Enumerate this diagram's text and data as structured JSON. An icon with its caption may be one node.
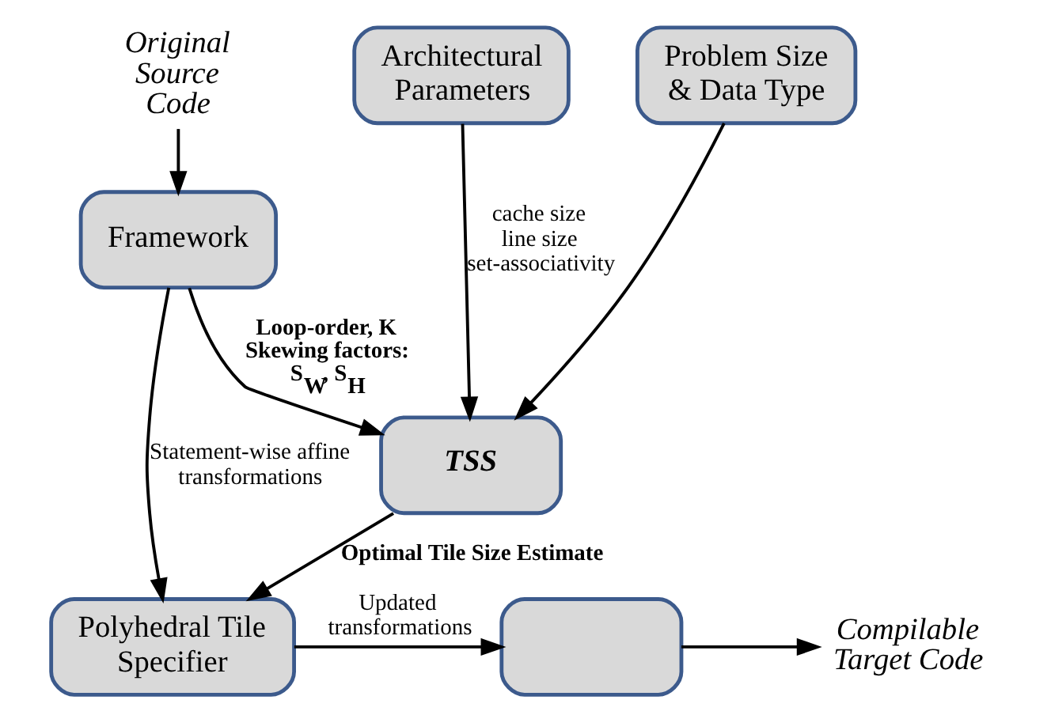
{
  "diagram": {
    "nodes": [
      {
        "text": [
          "Original Source Code"
        ]
      },
      {
        "text": [
          "Framework"
        ]
      },
      {
        "text": [
          "Architectural Parameters"
        ]
      },
      {
        "text": [
          "Problem Size & Data Type"
        ]
      },
      {
        "text": [
          "TSS"
        ]
      },
      {
        "text": [
          "Polyhedral Tile Specifier"
        ]
      },
      {
        "text": [],
        "shape": "box"
      },
      {
        "text": [
          "Compilable Target Code"
        ]
      }
    ],
    "edges": [
      {
        "from": 0,
        "to": 1,
        "arrow": "to"
      },
      {
        "from": 1,
        "to": 4,
        "arrow": "to",
        "label": "Loop-order, K Skewing factors: S$_{W}$, S$_{H}$"
      },
      {
        "from": 2,
        "to": 4,
        "arrow": "to",
        "label": "cache size line size set-associativity"
      },
      {
        "from": 3,
        "to": 4,
        "arrow": "to"
      },
      {
        "from": 1,
        "to": 5,
        "arrow": "to",
        "label": "Statement-wise affine transformations"
      },
      {
        "from": 4,
        "to": 5,
        "arrow": "to",
        "label": "Optimal Tile Size Estimate"
      },
      {
        "from": 5,
        "to": 6,
        "arrow": "to",
        "label": "Updated transformations"
      },
      {
        "from": 6,
        "to": 7,
        "arrow": "to"
      }
    ]
  }
}
